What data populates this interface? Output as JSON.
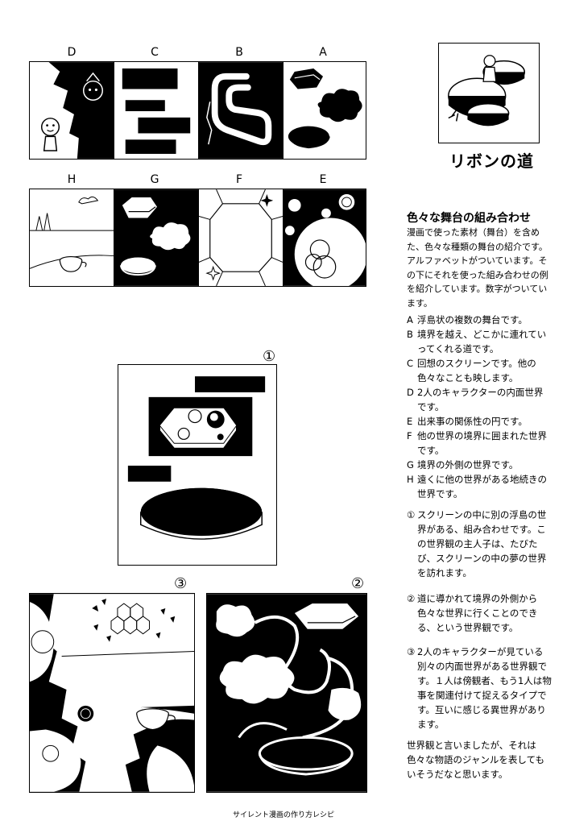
{
  "top_letters": [
    "D",
    "C",
    "B",
    "A"
  ],
  "mid_letters": [
    "H",
    "G",
    "F",
    "E"
  ],
  "numbers": {
    "one": "①",
    "two": "②",
    "three": "③"
  },
  "title": "リボンの道",
  "section_title": "色々な舞台の組み合わせ",
  "intro": "漫画で使った素材（舞台）を含めた、色々な種類の舞台の紹介です。アルファベットがついています。その下にそれを使った組み合わせの例を紹介しています。数字がついています。",
  "items": [
    {
      "key": "A",
      "text": "浮島状の複数の舞台です。"
    },
    {
      "key": "B",
      "text": "境界を越え、どこかに連れていってくれる道です。"
    },
    {
      "key": "C",
      "text": "回想のスクリーンです。他の色々なことも映します。"
    },
    {
      "key": "D",
      "text": "2人のキャラクターの内面世界です。"
    },
    {
      "key": "E",
      "text": "出来事の関係性の円です。"
    },
    {
      "key": "F",
      "text": "他の世界の境界に囲まれた世界です。"
    },
    {
      "key": "G",
      "text": "境界の外側の世界です。"
    },
    {
      "key": "H",
      "text": "遠くに他の世界がある地続きの世界です。"
    }
  ],
  "examples": [
    {
      "key": "①",
      "text": "スクリーンの中に別の浮島の世界がある、組み合わせです。この世界観の主人子は、たびたび、スクリーンの中の夢の世界を訪れます。"
    },
    {
      "key": "②",
      "text": "道に導かれて境界の外側から色々な世界に行くことのできる、という世界観です。"
    },
    {
      "key": "③",
      "text": "2人のキャラクターが見ている別々の内面世界がある世界観です。１人は傍観者、もう1人は物事を関連付けて捉えるタイプです。互いに感じる異世界があります。"
    }
  ],
  "closing": "世界観と言いましたが、それは色々な物語のジャンルを表してもいそうだなと思います。",
  "footer": "サイレント漫画の作り方レシピ"
}
